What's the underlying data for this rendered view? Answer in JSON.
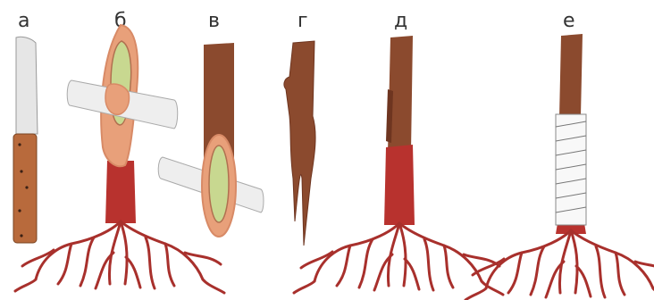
{
  "panels": [
    {
      "label": "а",
      "name": "grafting-knife"
    },
    {
      "label": "б",
      "name": "cleft-cut-cross-section"
    },
    {
      "label": "в",
      "name": "oblique-cut-cross-section"
    },
    {
      "label": "г",
      "name": "split-scion"
    },
    {
      "label": "д",
      "name": "joined-seedling"
    },
    {
      "label": "е",
      "name": "bandaged-seedling"
    }
  ],
  "colors": {
    "bark": "#8b4a2e",
    "bark_dark": "#6e3520",
    "rootstock": "#b8322e",
    "roots": "#a8302c",
    "cut_surface": "#e8a07a",
    "cambium": "#c8d890",
    "blade": "#e6e6e6",
    "handle": "#b86a3c",
    "bandage": "#f8f8f8"
  }
}
